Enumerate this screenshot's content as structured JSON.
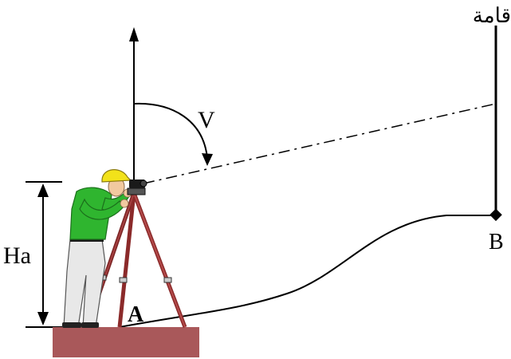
{
  "labels": {
    "staff": "قامة",
    "angle": "V",
    "height": "Ha",
    "point_a": "A",
    "point_b": "B"
  },
  "colors": {
    "line": "#000000",
    "ground_block": "#a9585a",
    "tripod": "#8b2a2a",
    "shirt": "#2fb52f",
    "helmet": "#f2e21a",
    "trousers": "#e8e8e8",
    "skin": "#f1c9a0",
    "instrument": "#1a1a1a"
  }
}
